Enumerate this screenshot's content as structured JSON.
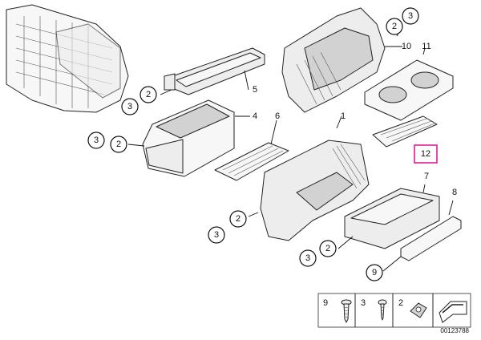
{
  "callouts": {
    "c3_top": "3",
    "c2_top": "2",
    "c10": "10",
    "c11": "11",
    "c5": "5",
    "c3_a": "3",
    "c2_a": "2",
    "c4": "4",
    "c6": "6",
    "c1": "1",
    "c3_b": "3",
    "c2_b": "2",
    "c12": "12",
    "c7": "7",
    "c8": "8",
    "c2_c": "2",
    "c3_c": "3",
    "c3_d": "3",
    "c2_d": "2",
    "c9": "9"
  },
  "legend": {
    "n9": "9",
    "n3": "3",
    "n2": "2"
  },
  "diagram_code": "00123788"
}
